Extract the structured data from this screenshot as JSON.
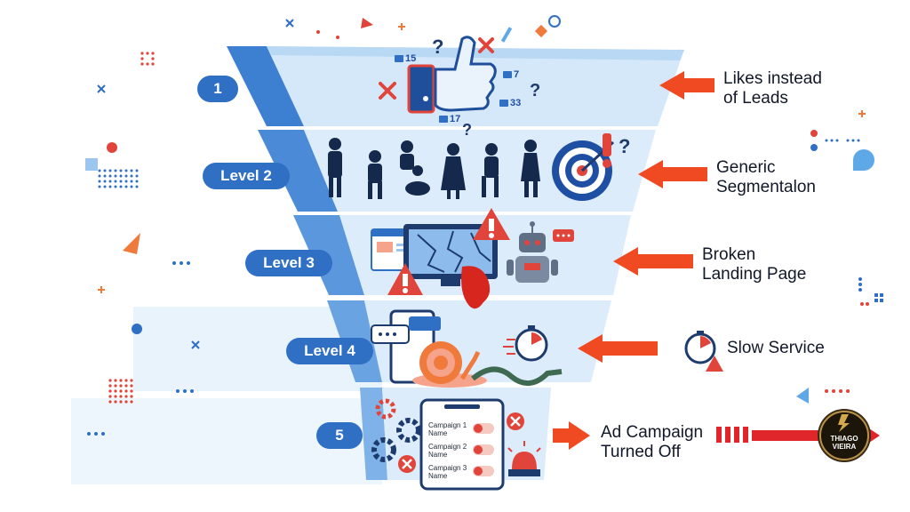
{
  "funnel": {
    "levels": [
      {
        "badge": "1",
        "issue": [
          "Likes instead",
          "of Leads"
        ]
      },
      {
        "badge": "Level 2",
        "issue": [
          "Generic",
          "Segmentalon"
        ]
      },
      {
        "badge": "Level 3",
        "issue": [
          "Broken",
          "Landing Page"
        ]
      },
      {
        "badge": "Level 4",
        "issue": [
          "Slow Service"
        ]
      },
      {
        "badge": "5",
        "issue": [
          "Ad Campaign",
          "Turned Off"
        ]
      }
    ]
  },
  "like_counts": [
    "15",
    "7",
    "33",
    "17"
  ],
  "campaigns": [
    "Campaign 1 Name",
    "Campaign 2 Name",
    "Campaign 3 Name"
  ],
  "logo": {
    "line1": "THIAGO",
    "line2": "VIEIRA"
  },
  "colors": {
    "funnel_light": "#cfe4f8",
    "funnel_mid": "#9cc6ee",
    "funnel_dark": "#3d7fd0",
    "pill": "#2f6fc4",
    "arrow": "#f04a23",
    "navy": "#1e3b6e"
  },
  "icons": [
    "thumbs-up-icon",
    "target-icon",
    "broken-monitor-icon",
    "robot-icon",
    "snail-icon",
    "stopwatch-icon",
    "phone-icon",
    "gear-icon",
    "siren-icon",
    "warning-icon"
  ]
}
